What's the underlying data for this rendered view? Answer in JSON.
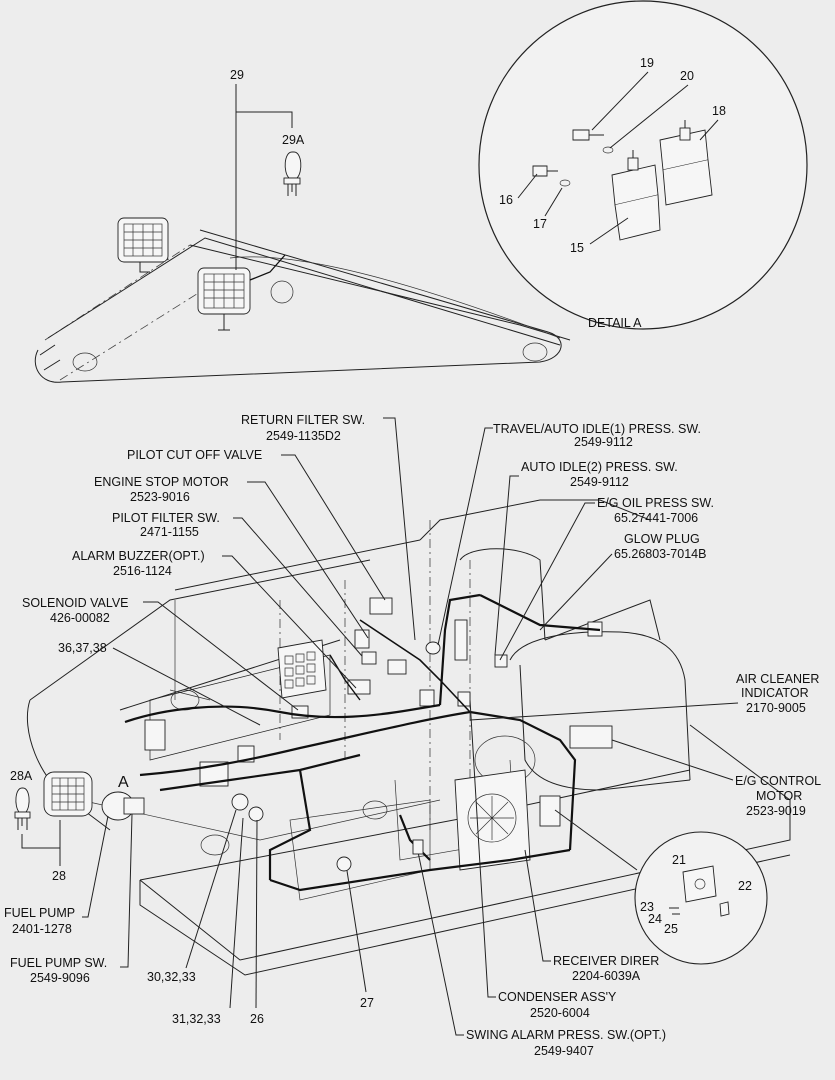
{
  "callouts": {
    "c29": "29",
    "c29a": "29A",
    "c28a": "28A",
    "c28": "28",
    "c_a": "A",
    "c19": "19",
    "c20": "20",
    "c18": "18",
    "c16": "16",
    "c17": "17",
    "c15": "15",
    "c36": "36,37,38",
    "c21": "21",
    "c22": "22",
    "c23": "23",
    "c24": "24",
    "c25": "25",
    "c30": "30,32,33",
    "c31": "31,32,33",
    "c26": "26",
    "c27": "27",
    "detail_a": "DETAIL  A"
  },
  "labels": {
    "return_filter": {
      "name": "RETURN FILTER SW.",
      "code": "2549-1135D2"
    },
    "pilot_cut_off": {
      "name": "PILOT CUT OFF VALVE"
    },
    "engine_stop": {
      "name": "ENGINE STOP MOTOR",
      "code": "2523-9016"
    },
    "pilot_filter": {
      "name": "PILOT FILTER SW.",
      "code": "2471-1155"
    },
    "alarm_buzzer": {
      "name": "ALARM BUZZER(OPT.)",
      "code": "2516-1124"
    },
    "solenoid": {
      "name": "SOLENOID VALVE",
      "code": "426-00082"
    },
    "travel_auto": {
      "name": "TRAVEL/AUTO IDLE(1) PRESS. SW.",
      "code": "2549-9112"
    },
    "auto_idle2": {
      "name": "AUTO IDLE(2) PRESS. SW.",
      "code": "2549-9112"
    },
    "eg_oil": {
      "name": "E/G OIL PRESS SW.",
      "code": "65.27441-7006"
    },
    "glow_plug": {
      "name": "GLOW PLUG",
      "code": "65.26803-7014B"
    },
    "air_cleaner": {
      "name1": "AIR CLEANER",
      "name2": "INDICATOR",
      "code": "2170-9005"
    },
    "eg_control": {
      "name1": "E/G CONTROL",
      "name2": "MOTOR",
      "code": "2523-9019"
    },
    "fuel_pump": {
      "name": "FUEL PUMP",
      "code": "2401-1278"
    },
    "fuel_pump_sw": {
      "name": "FUEL PUMP SW.",
      "code": "2549-9096"
    },
    "receiver": {
      "name": "RECEIVER DIRER",
      "code": "2204-6039A"
    },
    "condenser": {
      "name": "CONDENSER ASS'Y",
      "code": "2520-6004"
    },
    "swing_alarm": {
      "name": "SWING ALARM PRESS. SW.(OPT.)",
      "code": "2549-9407"
    }
  }
}
